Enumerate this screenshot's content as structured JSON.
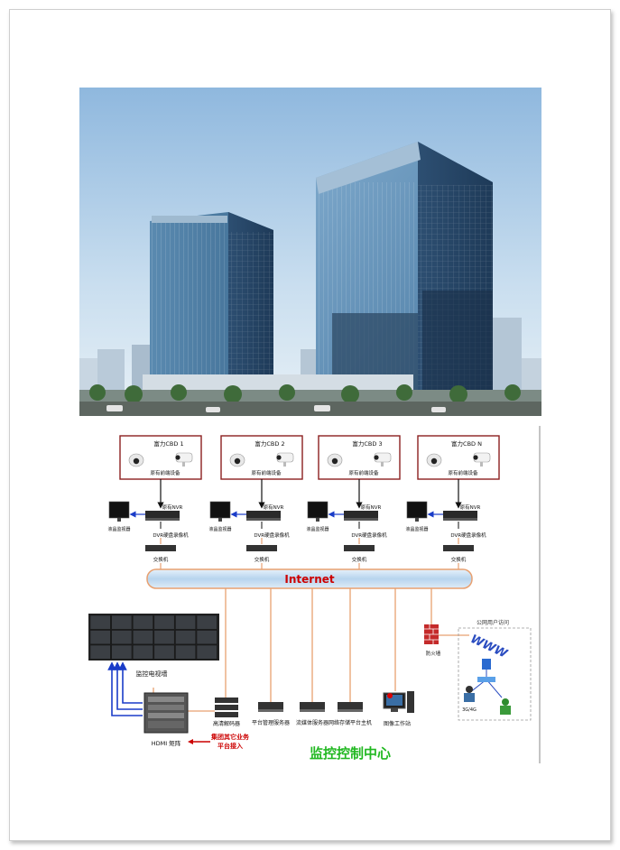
{
  "sites": [
    {
      "title": "富力CBD 1",
      "subtitle": "原有前端设备",
      "nvr": "原有NVR",
      "dvr": "DVR硬盘录像机",
      "switch": "交换机",
      "monitor": "液晶监视器"
    },
    {
      "title": "富力CBD 2",
      "subtitle": "原有前端设备",
      "nvr": "原有NVR",
      "dvr": "DVR硬盘录像机",
      "switch": "交换机",
      "monitor": "液晶监视器"
    },
    {
      "title": "富力CBD 3",
      "subtitle": "原有前端设备",
      "nvr": "原有NVR",
      "dvr": "DVR硬盘录像机",
      "switch": "交换机",
      "monitor": "液晶监视器"
    },
    {
      "title": "富力CBD N",
      "subtitle": "原有前端设备",
      "nvr": "原有NVR",
      "dvr": "DVR硬盘录像机",
      "switch": "交换机",
      "monitor": "液晶监视器"
    }
  ],
  "internet_label": "Internet",
  "videowall_label": "监控电视墙",
  "matrix_label": "HDMI 矩阵",
  "decoder_label": "高清解码器",
  "group_access_line1": "集团其它业务",
  "group_access_line2": "平台接入",
  "servers": [
    {
      "label": "平台管理服务器"
    },
    {
      "label": "流媒体服务器"
    },
    {
      "label": "网络存储平台主机"
    }
  ],
  "workstation_label": "图像工作站",
  "firewall_label": "防火墙",
  "public_access_label": "公网用户访问",
  "www_label": "WWW",
  "remote_user_label": "3G/4G",
  "center_title": "监控控制中心",
  "colors": {
    "site_border": "#8b2020",
    "internet_text": "#cc0000",
    "center_title": "#22b822",
    "group_text": "#cc0000",
    "line_orange": "#e8a070",
    "arrow_blue": "#1a3cc8"
  }
}
